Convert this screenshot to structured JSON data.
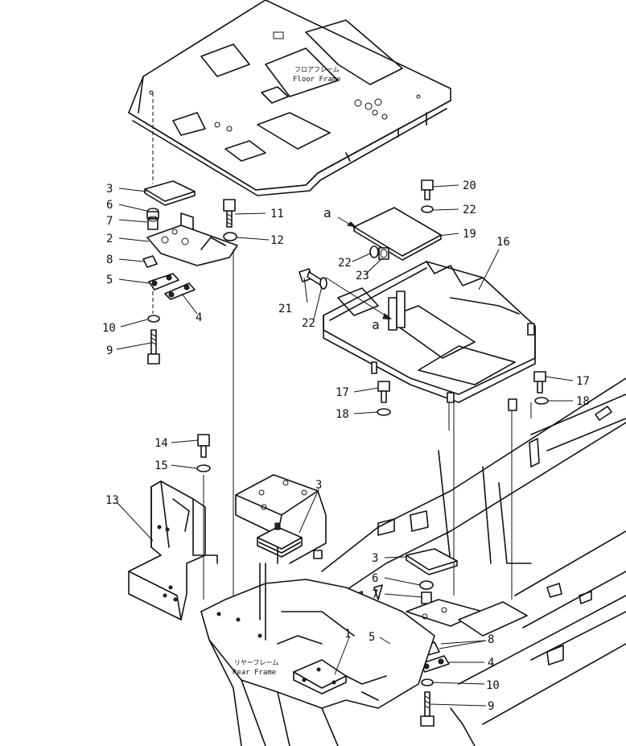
{
  "labels": {
    "floor_frame_jp": "フロアフレーム",
    "floor_frame_en": "Floor Frame",
    "rear_frame_jp": "リヤーフレーム",
    "rear_frame_en": "Rear Frame",
    "view_mark": "a"
  },
  "callouts": {
    "c1": "1",
    "c2": "2",
    "c3a": "3",
    "c3b": "3",
    "c3c": "3",
    "c4a": "4",
    "c4b": "4",
    "c5a": "5",
    "c5b": "5",
    "c6a": "6",
    "c6b": "6",
    "c7a": "7",
    "c7b": "7",
    "c8a": "8",
    "c8b": "8",
    "c9a": "9",
    "c9b": "9",
    "c10a": "10",
    "c10b": "10",
    "c11": "11",
    "c12": "12",
    "c13": "13",
    "c14": "14",
    "c15": "15",
    "c16": "16",
    "c17a": "17",
    "c17b": "17",
    "c18a": "18",
    "c18b": "18",
    "c19": "19",
    "c20": "20",
    "c21": "21",
    "c22a": "22",
    "c22b": "22",
    "c22c": "22",
    "c23": "23"
  }
}
